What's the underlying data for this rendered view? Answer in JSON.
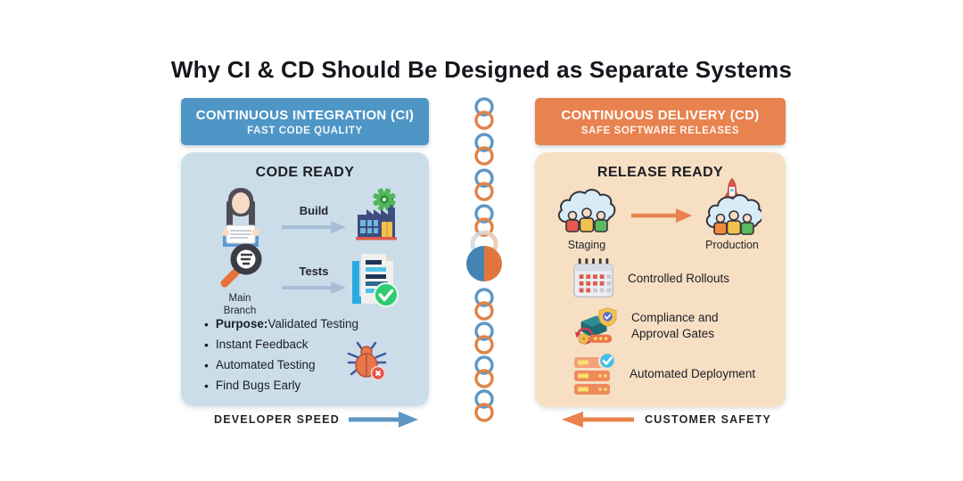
{
  "title": "Why CI & CD Should Be Designed as Separate Systems",
  "colors": {
    "ci_header_bg": "#4e96c6",
    "ci_panel_bg": "#cbdde9",
    "cd_header_bg": "#e8824e",
    "cd_panel_bg": "#f7dfc3",
    "ci_accent": "#4583b3",
    "cd_accent": "#e0763c"
  },
  "ci": {
    "header": {
      "title": "CONTINUOUS INTEGRATION (CI)",
      "subtitle": "FAST CODE QUALITY"
    },
    "section_title": "CODE READY",
    "flow": [
      {
        "arrow_label": "Build"
      },
      {
        "from_label": "Main Branch",
        "arrow_label": "Tests"
      }
    ],
    "bullets": [
      {
        "bold": "Purpose:",
        "text": " Validated Testing"
      },
      {
        "bold": "",
        "text": "Instant Feedback"
      },
      {
        "bold": "",
        "text": "Automated Testing"
      },
      {
        "bold": "",
        "text": "Find Bugs Early"
      }
    ],
    "footer_label": "DEVELOPER SPEED"
  },
  "cd": {
    "header": {
      "title": "CONTINUOUS DELIVERY (CD)",
      "subtitle": "SAFE SOFTWARE RELEASES"
    },
    "section_title": "RELEASE READY",
    "flow": {
      "from_label": "Staging",
      "to_label": "Production"
    },
    "items": [
      {
        "label": "Controlled Rollouts"
      },
      {
        "label": "Compliance and Approval Gates"
      },
      {
        "label": "Automated Deployment"
      }
    ],
    "footer_label": "CUSTOMER SAFETY"
  }
}
